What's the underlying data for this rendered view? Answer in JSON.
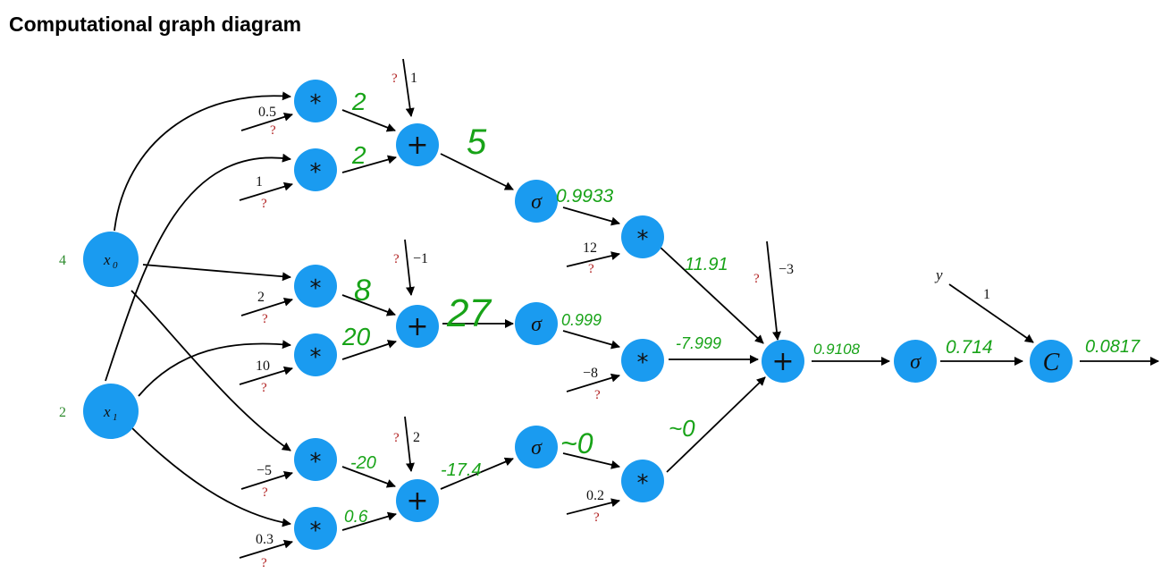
{
  "title": "Computational graph diagram",
  "colors": {
    "node": "#1a9bf0",
    "handwriting": "#18a318",
    "question": "#b01e1e",
    "input_value": "#2e8b2e"
  },
  "inputs": [
    {
      "id": "x0",
      "label": "x",
      "sub": "0",
      "value": "4"
    },
    {
      "id": "x1",
      "label": "x",
      "sub": "1",
      "value": "2"
    }
  ],
  "ops": {
    "mul": "*",
    "add": "+",
    "sigma": "σ",
    "cost": "C"
  },
  "target_label": "y",
  "weights": {
    "w1": "0.5",
    "w2": "1",
    "w3": "2",
    "w4": "10",
    "w5": "−5",
    "w6": "0.3",
    "b1": "1",
    "b2": "−1",
    "b3": "2",
    "v1": "12",
    "v2": "−8",
    "v3": "0.2",
    "c": "−3",
    "y": "1"
  },
  "unknown_mark": "?",
  "forward_values": {
    "m1": "2",
    "m2": "2",
    "m3": "8",
    "m4": "20",
    "m5": "-20",
    "m6": "0.6",
    "a1": "5",
    "a2": "27",
    "a3": "-17.4",
    "s1": "0.9933",
    "s2": "0.999",
    "s3": "~0",
    "p1": "11.91",
    "p2": "-7.999",
    "p3": "~0",
    "a4": "0.9108",
    "s4": "0.714",
    "cost": "0.0817"
  }
}
